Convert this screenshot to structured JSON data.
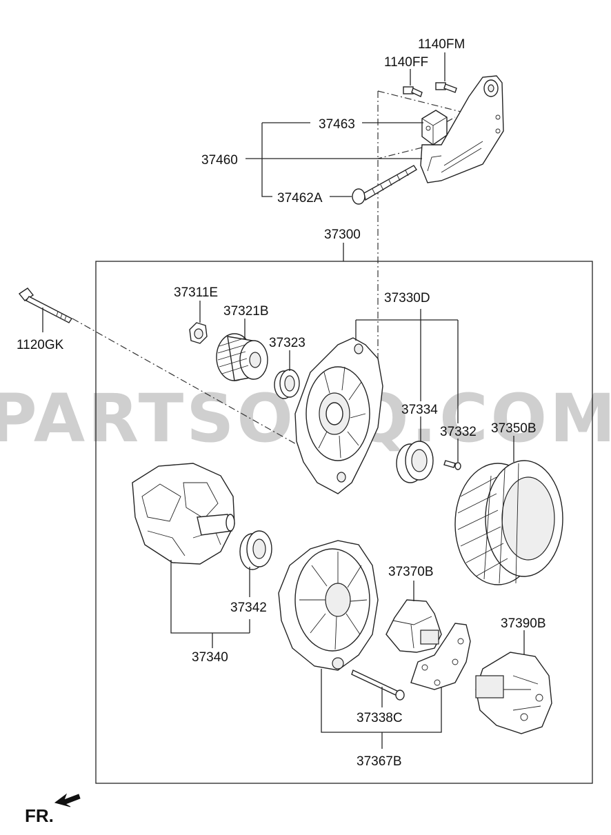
{
  "watermark": "PARTSOUQ.COM",
  "direction_label": "FR.",
  "parts": {
    "p1140FM": "1140FM",
    "p1140FF": "1140FF",
    "p37463": "37463",
    "p37460": "37460",
    "p37462A": "37462A",
    "p37300": "37300",
    "p37311E": "37311E",
    "p37321B": "37321B",
    "p37323": "37323",
    "p37330D": "37330D",
    "p1120GK": "1120GK",
    "p37334": "37334",
    "p37332": "37332",
    "p37350B": "37350B",
    "p37370B": "37370B",
    "p37342": "37342",
    "p37340": "37340",
    "p37390B": "37390B",
    "p37338C": "37338C",
    "p37367B": "37367B"
  }
}
